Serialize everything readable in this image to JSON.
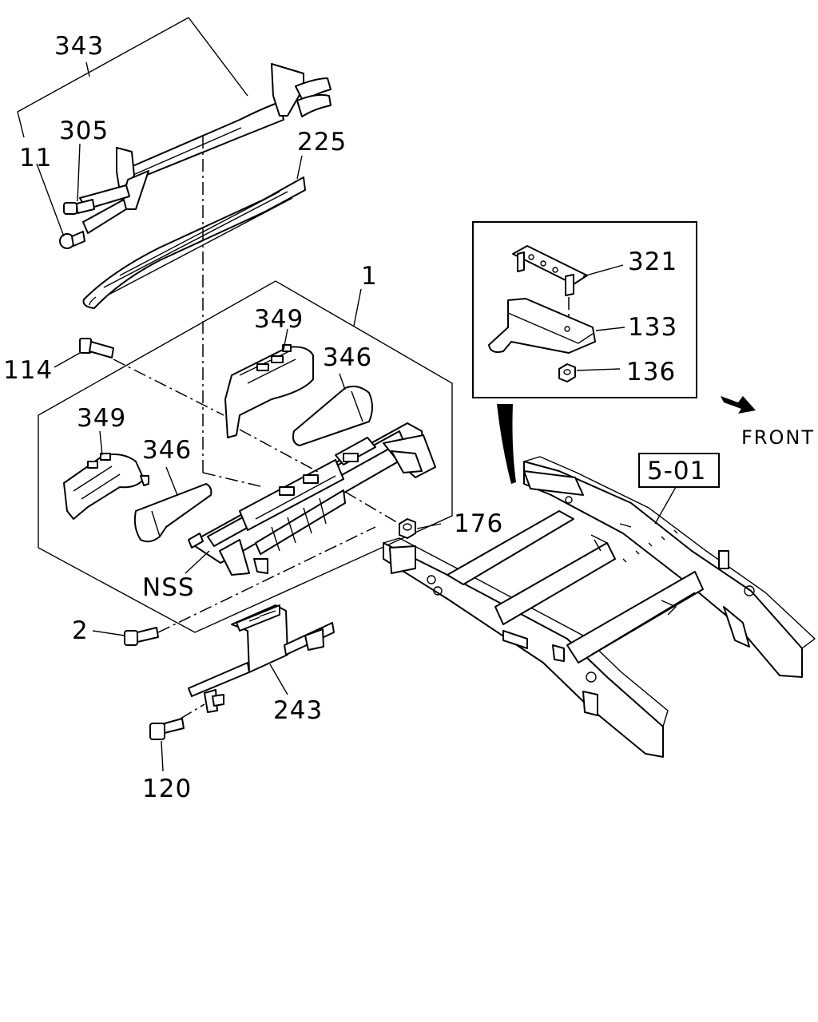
{
  "diagram": {
    "callouts": {
      "p343": "343",
      "p305": "305",
      "p11": "11",
      "p225": "225",
      "p1": "1",
      "p349_upper": "349",
      "p346_upper": "346",
      "p114": "114",
      "p349_lower": "349",
      "p346_lower": "346",
      "p176": "176",
      "pNSS": "NSS",
      "p2": "2",
      "p243": "243",
      "p120": "120",
      "p321": "321",
      "p133": "133",
      "p136": "136",
      "ref_5_01": "5-01"
    },
    "front_label": "FRONT",
    "front_arrow_icon": "arrow-down-right-icon"
  }
}
